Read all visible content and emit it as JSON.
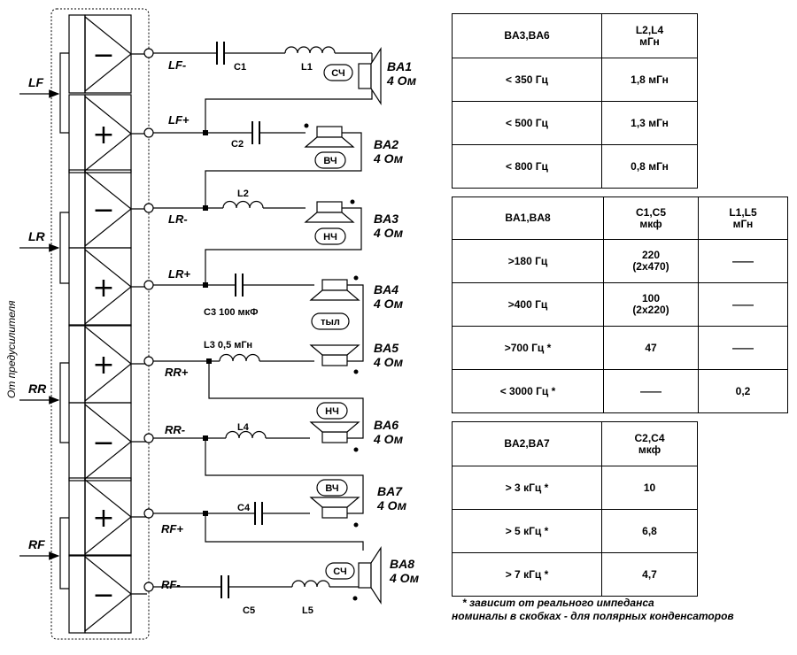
{
  "side_label": "От предусилителя",
  "inputs": [
    "LF",
    "LR",
    "RR",
    "RF"
  ],
  "amp_signs": [
    "−",
    "+",
    "−",
    "+",
    "+",
    "−",
    "+",
    "−"
  ],
  "outputs": [
    "LF-",
    "LF+",
    "LR-",
    "LR+",
    "RR+",
    "RR-",
    "RF+",
    "RF-"
  ],
  "components": {
    "c1": "C1",
    "l1": "L1",
    "c2": "C2",
    "l2": "L2",
    "c3": "C3  100 мкФ",
    "l3": "L3  0,5 мГн",
    "l4": "L4",
    "c4": "C4",
    "c5": "C5",
    "l5": "L5"
  },
  "speakers": [
    {
      "name": "BA1",
      "imp": "4 Ом"
    },
    {
      "name": "BA2",
      "imp": "4 Ом"
    },
    {
      "name": "BA3",
      "imp": "4 Ом"
    },
    {
      "name": "BA4",
      "imp": "4 Ом"
    },
    {
      "name": "BA5",
      "imp": "4 Ом"
    },
    {
      "name": "BA6",
      "imp": "4 Ом"
    },
    {
      "name": "BA7",
      "imp": "4 Ом"
    },
    {
      "name": "BA8",
      "imp": "4 Ом"
    }
  ],
  "badges": {
    "sch1": "СЧ",
    "vch1": "ВЧ",
    "nch1": "НЧ",
    "tyl": "тыл",
    "nch2": "НЧ",
    "vch2": "ВЧ",
    "sch2": "СЧ"
  },
  "table1": {
    "header": [
      "BA3,BA6",
      "L2,L4",
      "мГн"
    ],
    "rows": [
      [
        "< 350 Гц",
        "1,8 мГн"
      ],
      [
        "< 500 Гц",
        "1,3 мГн"
      ],
      [
        "< 800 Гц",
        "0,8 мГн"
      ]
    ]
  },
  "table2": {
    "header": [
      "BA1,BA8",
      "C1,C5",
      "мкф",
      "L1,L5",
      "мГн"
    ],
    "rows": [
      {
        "f": ">180 Гц",
        "c": "220",
        "c2": "(2x470)",
        "l": "——"
      },
      {
        "f": ">400 Гц",
        "c": "100",
        "c2": "(2x220)",
        "l": "——"
      },
      {
        "f": ">700 Гц *",
        "c": "47",
        "c2": "",
        "l": "——"
      },
      {
        "f": "< 3000 Гц *",
        "c": "——",
        "c2": "",
        "l": "0,2"
      }
    ]
  },
  "table3": {
    "header": [
      "BA2,BA7",
      "C2,C4",
      "мкф"
    ],
    "rows": [
      [
        "> 3  кГц *",
        "10"
      ],
      [
        "> 5 кГц  *",
        "6,8"
      ],
      [
        "> 7 кГц  *",
        "4,7"
      ]
    ]
  },
  "notes": [
    "* зависит от реального импеданса",
    "номиналы в скобках - для полярных конденсаторов"
  ]
}
